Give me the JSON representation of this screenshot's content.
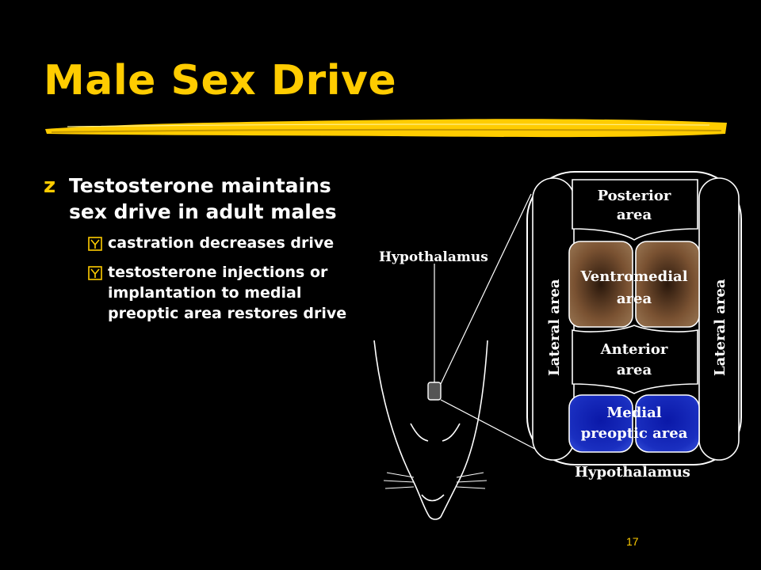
{
  "slide": {
    "title": "Male Sex Drive",
    "bullets": [
      {
        "text": "Testosterone maintains sex drive in adult males",
        "sub": [
          "castration decreases drive",
          "testosterone injections or implantation to medial preoptic area restores drive"
        ]
      }
    ],
    "page_number": "17"
  },
  "figure": {
    "pointer_label": "Hypothalamus",
    "caption": "Hypothalamus",
    "regions": {
      "posterior": [
        "Posterior",
        "area"
      ],
      "ventromedial": [
        "Ventromedial",
        "area"
      ],
      "anterior": [
        "Anterior",
        "area"
      ],
      "medial_preoptic": [
        "Medial",
        "preoptic area"
      ],
      "lateral_left": "Lateral area",
      "lateral_right": "Lateral area"
    }
  },
  "colors": {
    "title": "#ffcc00",
    "text": "#ffffff",
    "background": "#000000",
    "ventromedial_fill": "#7a5232",
    "preoptic_fill": "#1a2fc0"
  }
}
